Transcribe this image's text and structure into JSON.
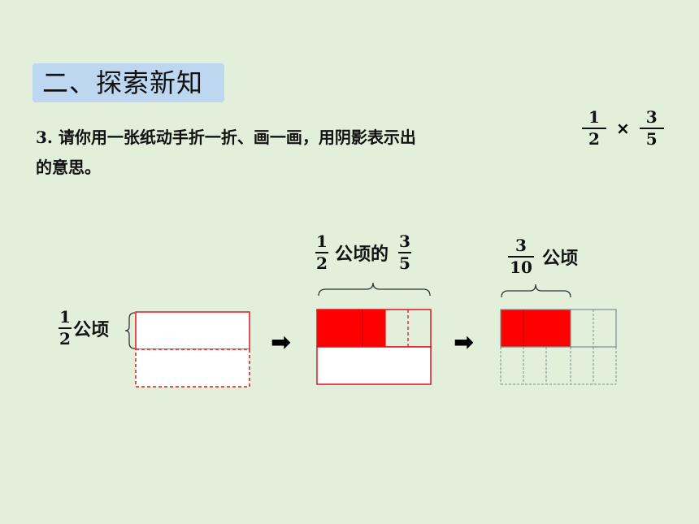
{
  "section": {
    "title": "二、探索新知"
  },
  "question": {
    "number": "3.",
    "text_line1": "请你用一张纸动手折一折、画一画，用阴影表示出",
    "text_line2": "的意思。",
    "expr": {
      "f1": {
        "num": "1",
        "den": "2"
      },
      "op": "×",
      "f2": {
        "num": "3",
        "den": "5"
      }
    }
  },
  "step1": {
    "frac": {
      "num": "1",
      "den": "2"
    },
    "unit": "公顷"
  },
  "step2": {
    "f1": {
      "num": "1",
      "den": "2"
    },
    "mid": "公顷的",
    "f2": {
      "num": "3",
      "den": "5"
    }
  },
  "step3": {
    "frac": {
      "num": "3",
      "den": "10"
    },
    "unit": "公顷"
  },
  "arrows": [
    "➡",
    "➡"
  ],
  "colors": {
    "shade": "#ff0000",
    "outline": "#e0141e",
    "grid": "#7a9090",
    "tag_bg": "#bcd7ef"
  }
}
